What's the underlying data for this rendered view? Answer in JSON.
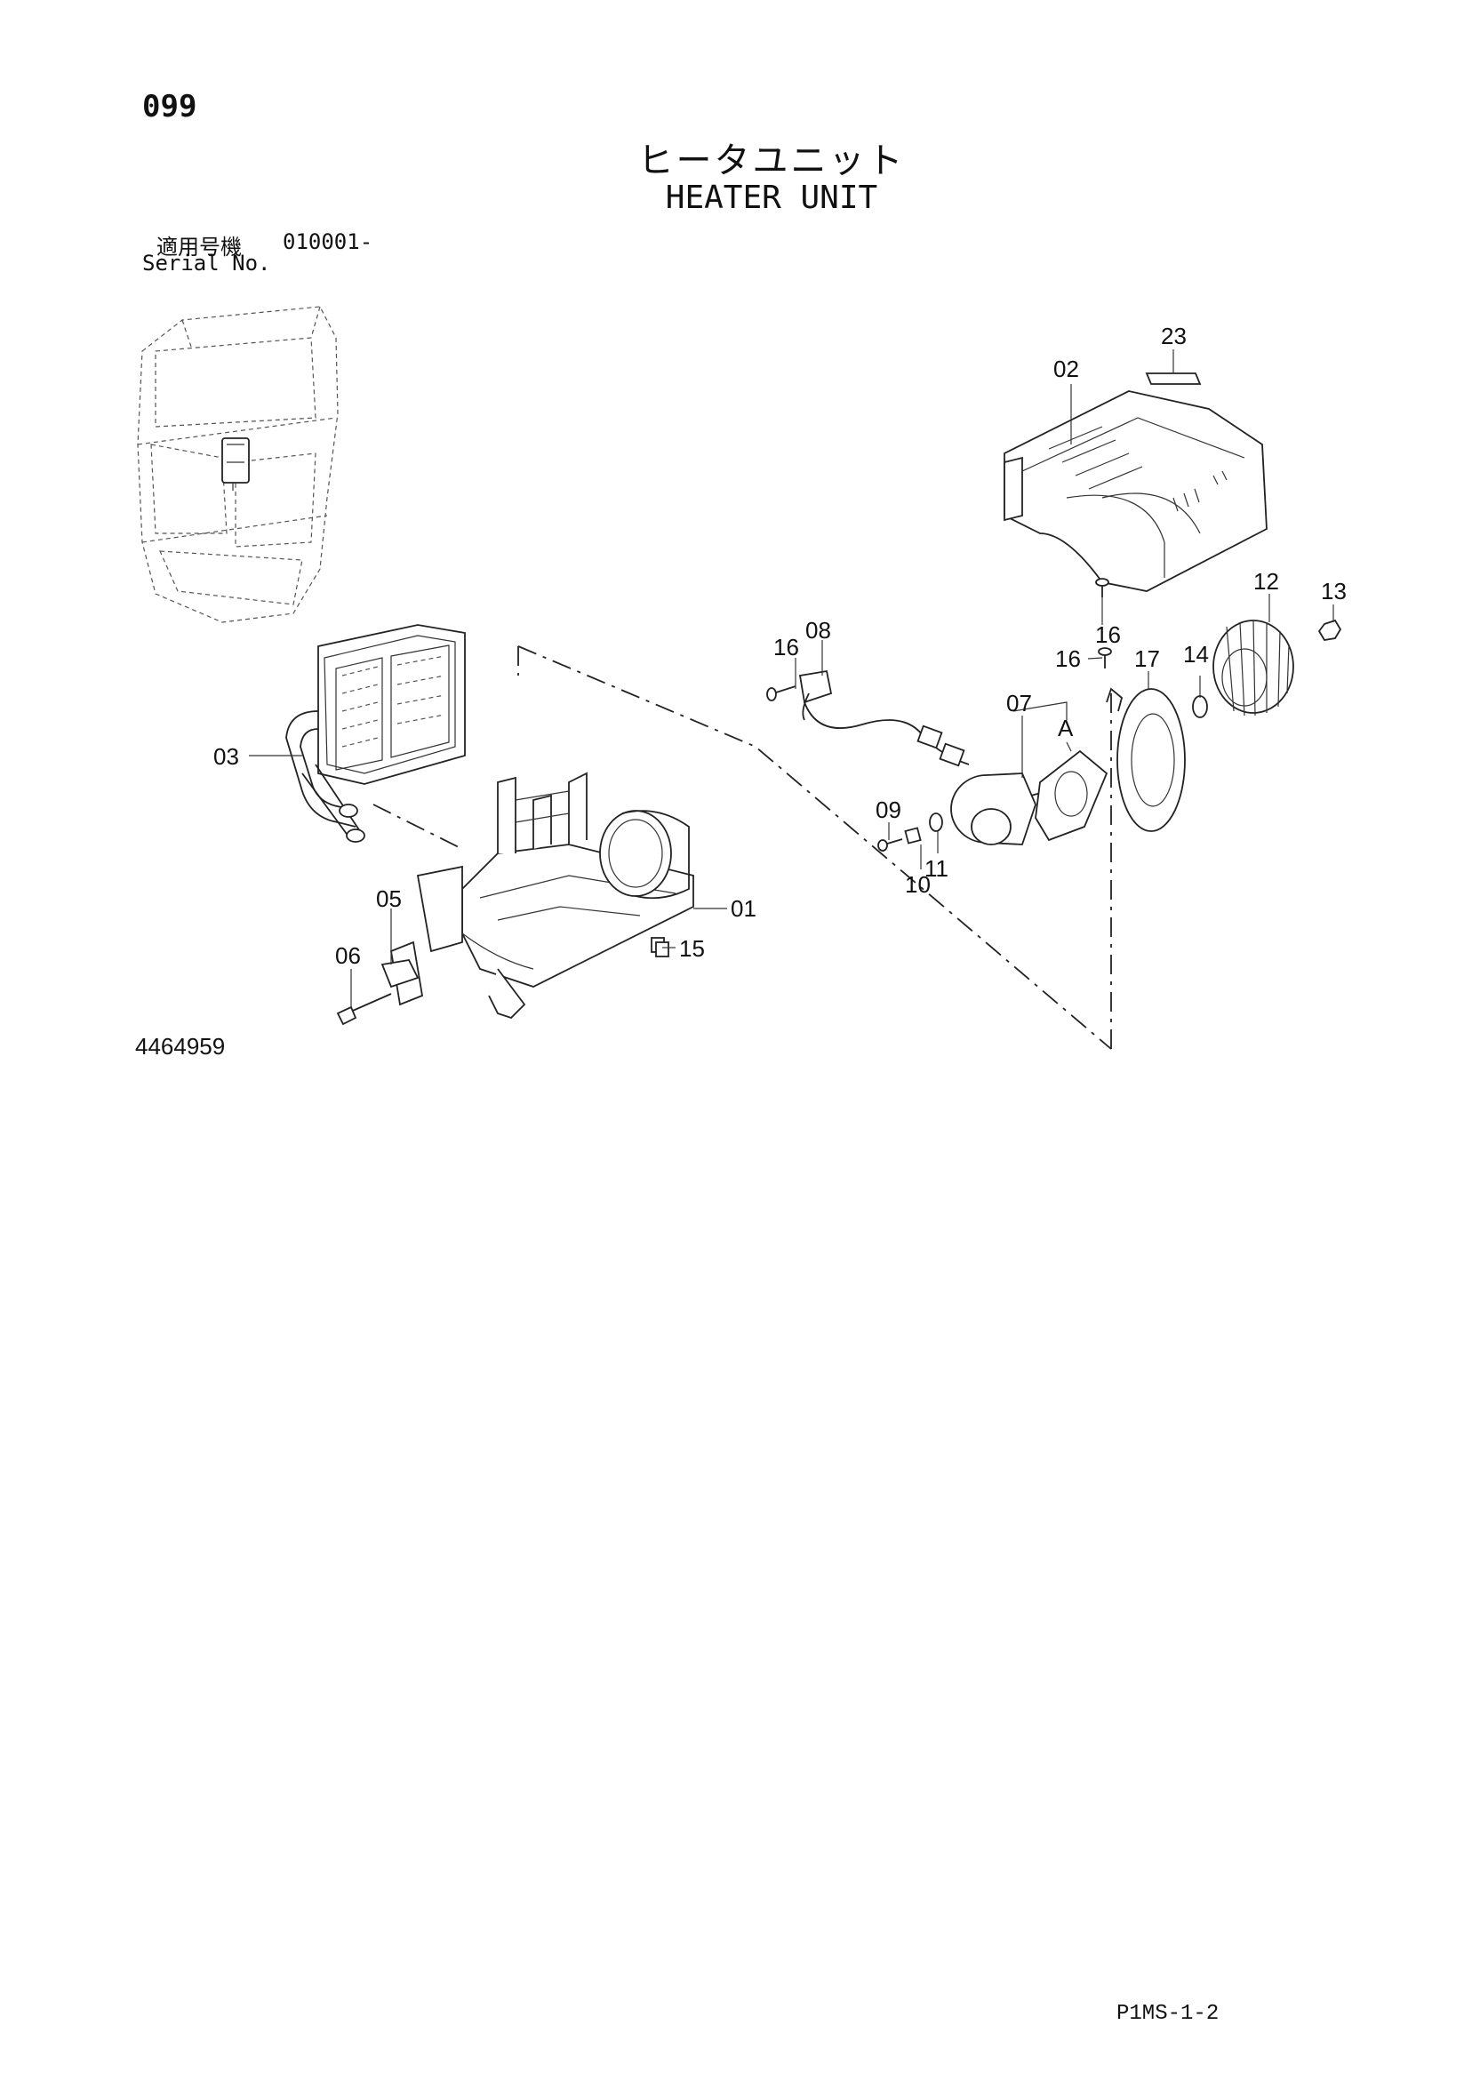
{
  "page_number": "099",
  "title_jp": "ヒータユニット",
  "title_en": "HEATER UNIT",
  "serial_label_jp": "適用号機",
  "serial_value": "010001-",
  "serial_label_en": "Serial No.",
  "drawing_number": "4464959",
  "page_code": "P1MS-1-2",
  "callouts": {
    "c01": "01",
    "c02": "02",
    "c03": "03",
    "c05": "05",
    "c06": "06",
    "c07": "07",
    "c08": "08",
    "c09": "09",
    "c10": "10",
    "c11": "11",
    "c12": "12",
    "c13": "13",
    "c14": "14",
    "c15": "15",
    "c16a": "16",
    "c16b": "16",
    "c16c": "16",
    "c17": "17",
    "c23": "23",
    "cA": "A"
  }
}
